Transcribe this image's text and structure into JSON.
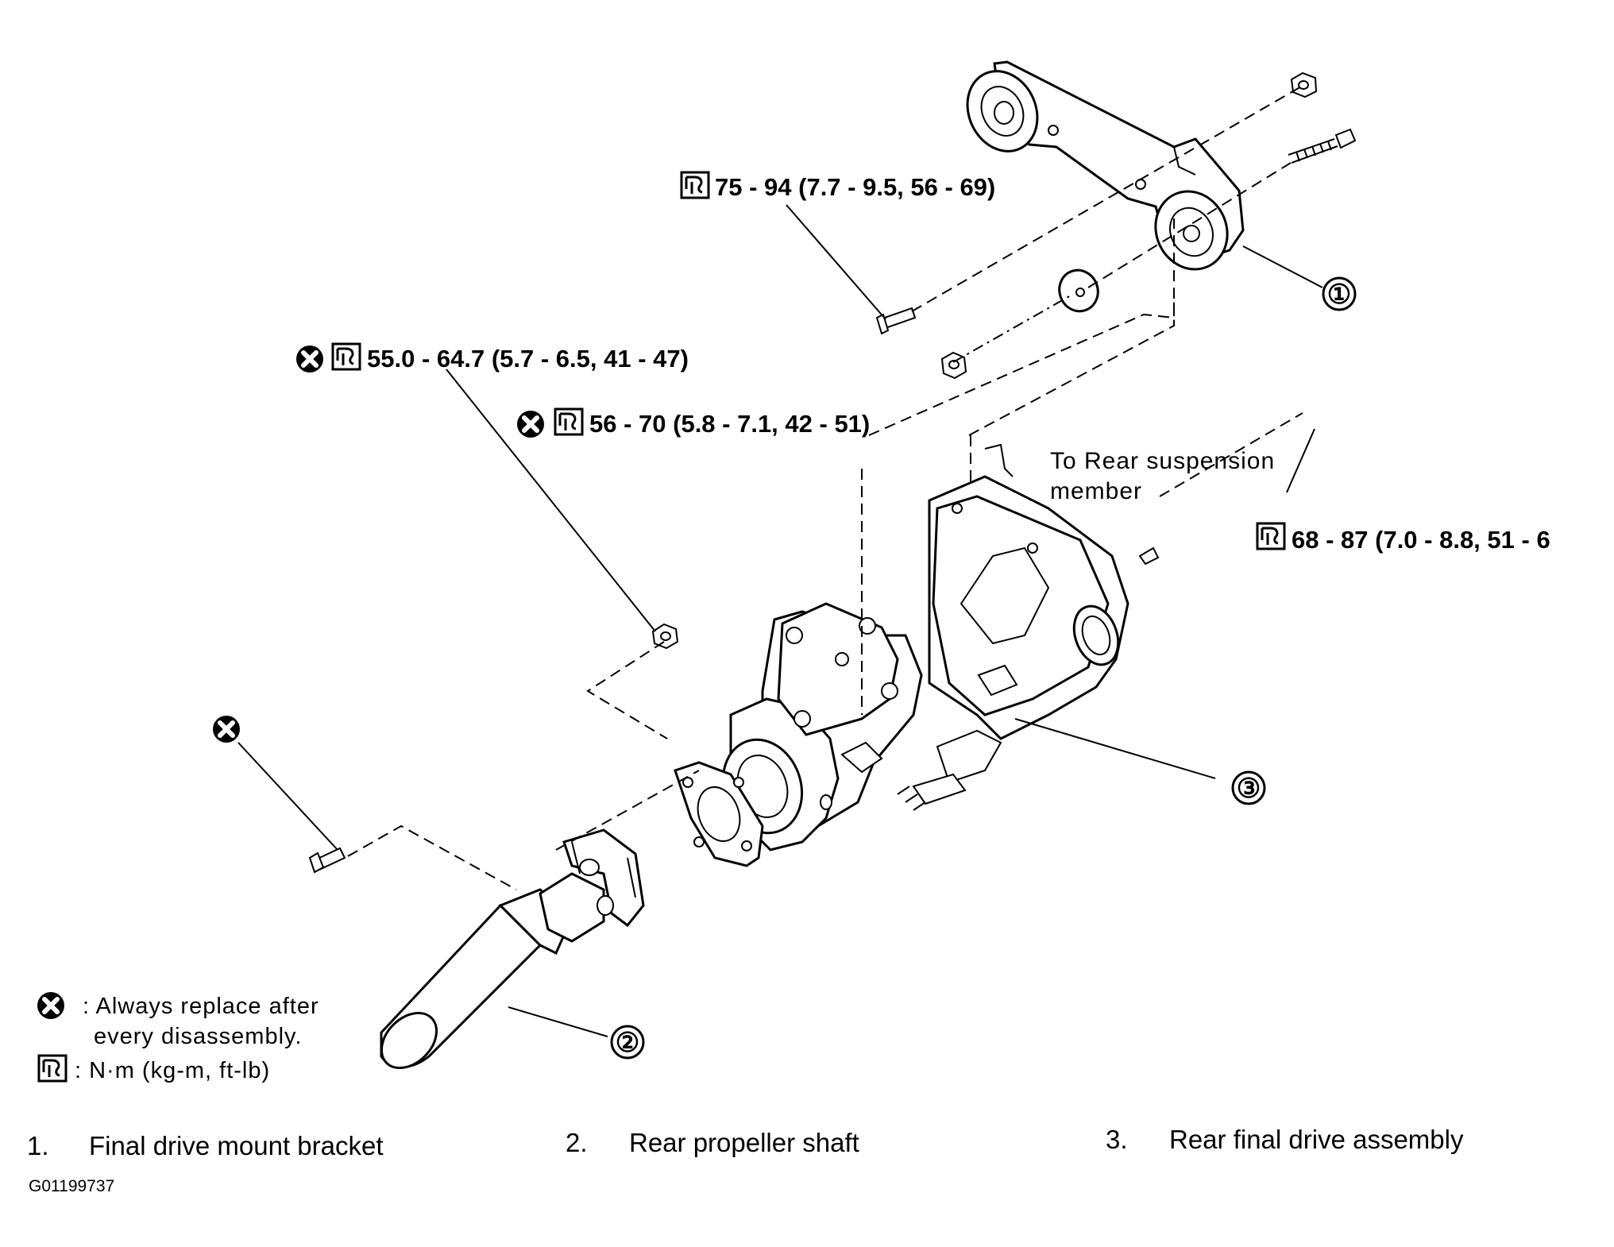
{
  "torque_specs": [
    {
      "id": "spec-75-94",
      "text": "75 - 94 (7.7 - 9.5, 56 - 69)",
      "replace": false
    },
    {
      "id": "spec-55-64",
      "text": "55.0 - 64.7 (5.7 - 6.5, 41 - 47)",
      "replace": true
    },
    {
      "id": "spec-56-70",
      "text": "56 - 70 (5.8 - 7.1, 42 - 51)",
      "replace": true
    },
    {
      "id": "spec-68-87",
      "text": "68 - 87 (7.0 - 8.8, 51 - 6",
      "replace": false
    }
  ],
  "note": {
    "line1": "To Rear suspension",
    "line2": "member"
  },
  "callouts": [
    "①",
    "②",
    "③"
  ],
  "legend": {
    "replace_line1": ": Always replace after",
    "replace_line2": "every disassembly.",
    "torque_unit": ": N·m (kg-m, ft-lb)"
  },
  "parts": [
    {
      "num": "1.",
      "name": "Final drive mount bracket"
    },
    {
      "num": "2.",
      "name": "Rear propeller shaft"
    },
    {
      "num": "3.",
      "name": "Rear final drive assembly"
    }
  ],
  "figure_code": "G01199737",
  "icons": {
    "replace": "x-circle-icon",
    "torque": "torque-wrench-icon"
  }
}
